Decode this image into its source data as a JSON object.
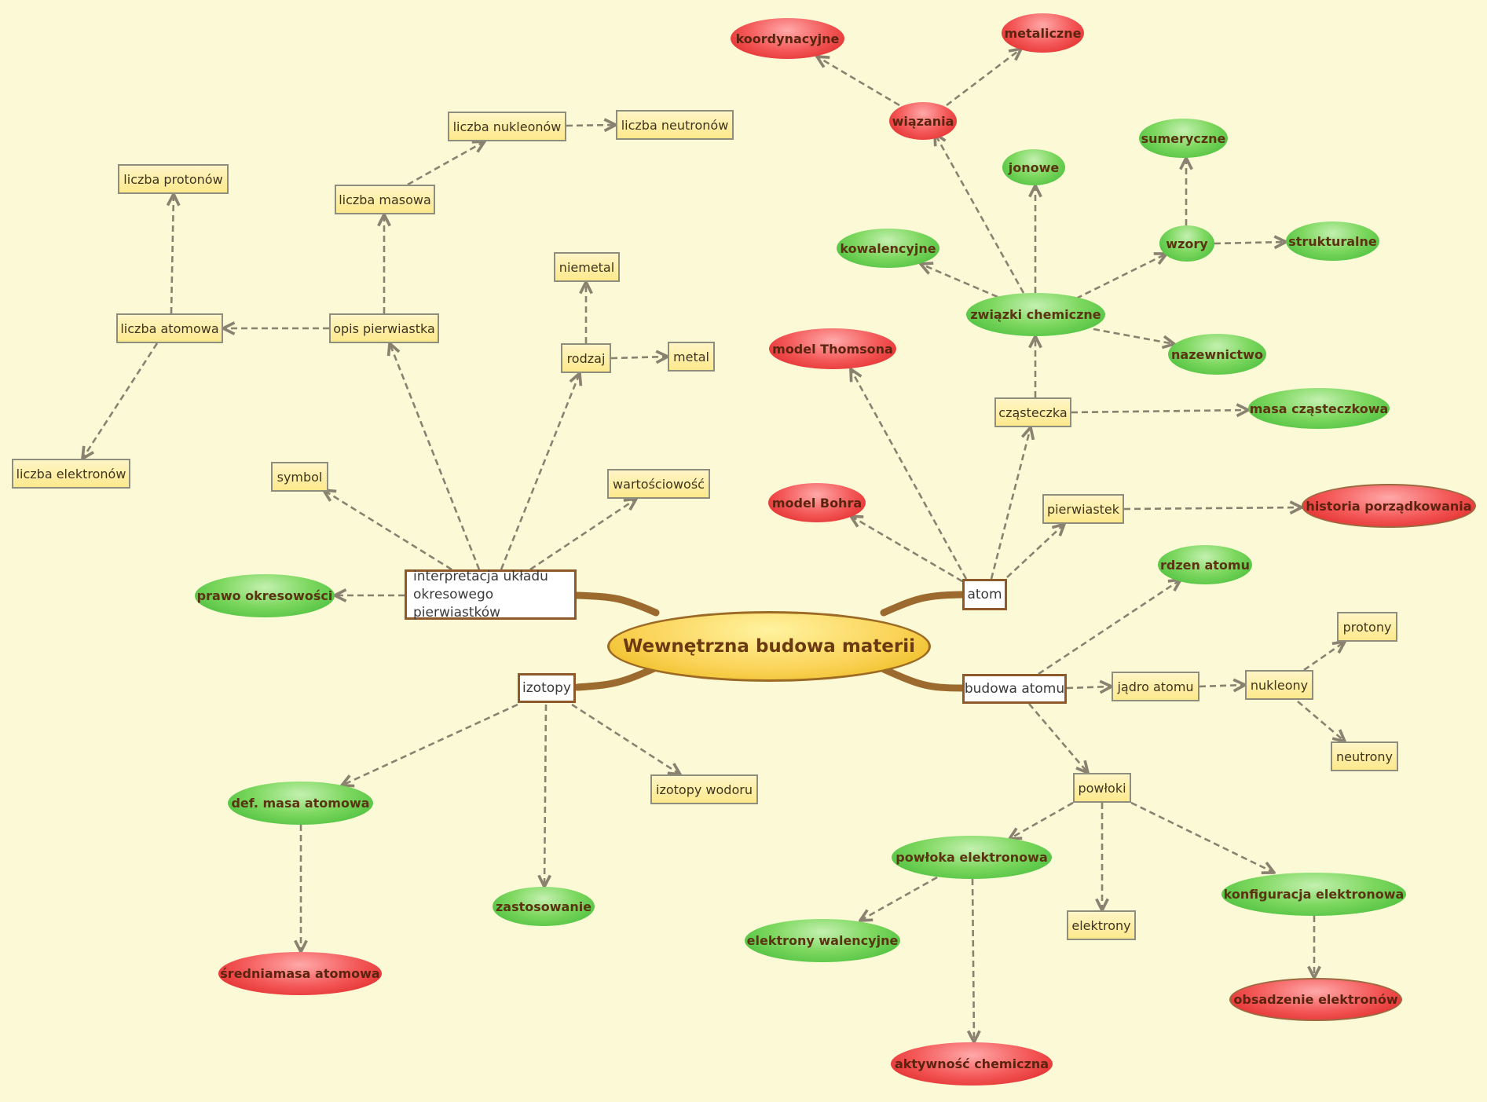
{
  "center": "Wewnętrzna budowa materii",
  "main_topics": {
    "interpretacja": "interpretacja układu okresowego pierwiastków",
    "izotopy": "izotopy",
    "atom": "atom",
    "budowa_atomu": "budowa atomu"
  },
  "interpretacja_branch": {
    "prawo_okresowosci": "prawo okresowości",
    "symbol": "symbol",
    "opis_pierwiastka": "opis pierwiastka",
    "rodzaj": "rodzaj",
    "wartosciowosc": "wartościowość",
    "liczba_atomowa": "liczba atomowa",
    "liczba_masowa": "liczba masowa",
    "liczba_protonow": "liczba protonów",
    "liczba_elektronow": "liczba elektronów",
    "liczba_nukleonow": "liczba nukleonów",
    "liczba_neutronow": "liczba neutronów",
    "niemetal": "niemetal",
    "metal": "metal"
  },
  "izotopy_branch": {
    "def_masa_atomowa": "def. masa atomowa",
    "srednia_masa_atomowa": "średniamasa atomowa",
    "zastosowanie": "zastosowanie",
    "izotopy_wodoru": "izotopy wodoru"
  },
  "atom_branch": {
    "model_thomsona": "model Thomsona",
    "model_bohra": "model Bohra",
    "czasteczka": "cząsteczka",
    "pierwiastek": "pierwiastek",
    "historia_porzadkowania": "historia porządkowania",
    "masa_czasteczkowa": "masa cząsteczkowa",
    "zwiazki_chemiczne": "związki chemiczne",
    "wiazania": "wiązania",
    "koordynacyjne": "koordynacyjne",
    "metaliczne": "metaliczne",
    "jonowe": "jonowe",
    "kowalencyjne": "kowalencyjne",
    "wzory": "wzory",
    "sumeryczne": "sumeryczne",
    "strukturalne": "strukturalne",
    "nazewnictwo": "nazewnictwo"
  },
  "budowa_branch": {
    "rdzen_atomu": "rdzen atomu",
    "jadro_atomu": "jądro atomu",
    "nukleony": "nukleony",
    "protony": "protony",
    "neutrony": "neutrony",
    "powloki": "powłoki",
    "powloka_elektronowa": "powłoka elektronowa",
    "elektrony": "elektrony",
    "konfiguracja_elektronowa": "konfiguracja elektronowa",
    "elektrony_walencyjne": "elektrony walencyjne",
    "aktywnosc_chemiczna": "aktywność chemiczna",
    "obsadzenie_elektronow": "obsadzenie elektronów"
  },
  "colors": {
    "background": "#fbf9d6",
    "connector": "#8a8170",
    "main_branch": "#9c6a2e",
    "concept_box": "#fde98c",
    "positive_node": "#4cc23c",
    "negative_node": "#e63232",
    "central_node": "#fbd23c"
  }
}
